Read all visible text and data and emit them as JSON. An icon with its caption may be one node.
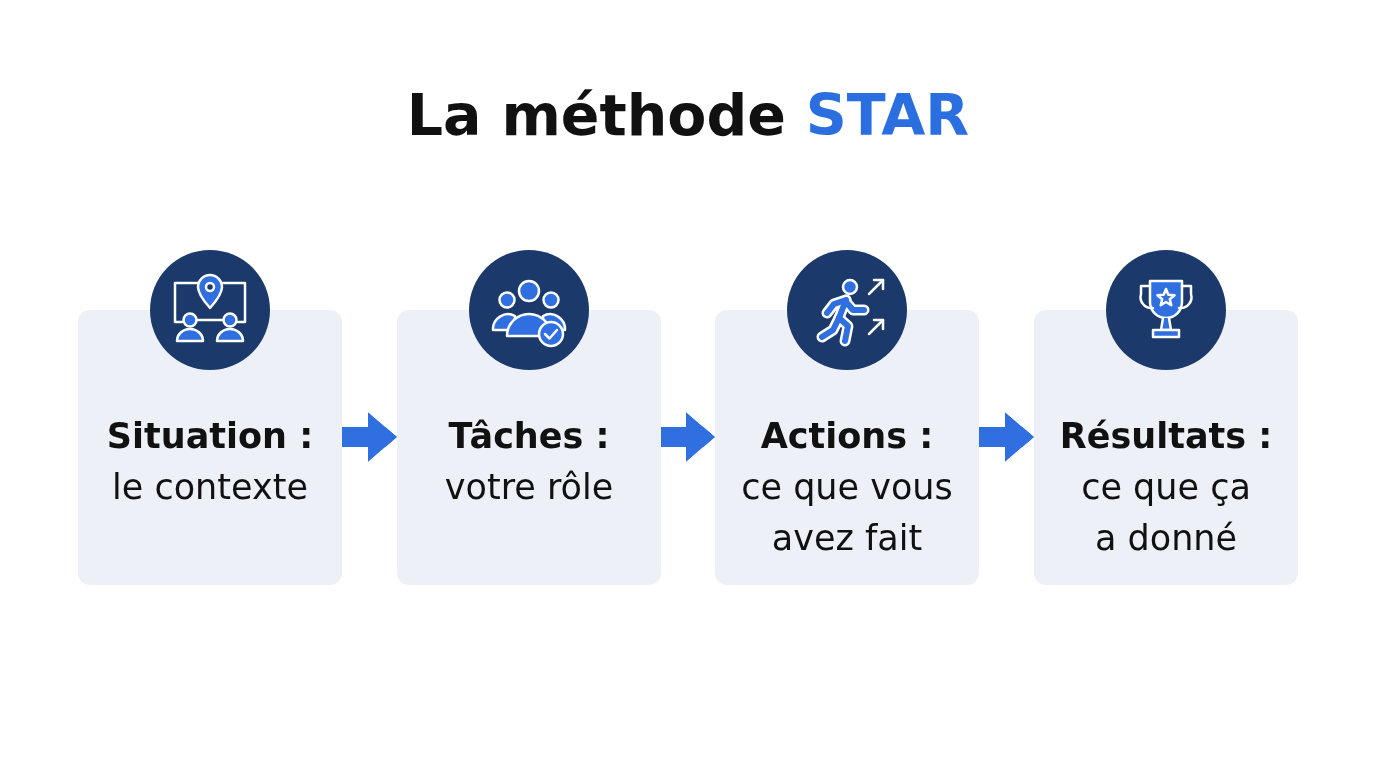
{
  "diagram": {
    "title": "La méthode **STAR**",
    "nodes": [
      {
        "text": [
          "Situation :",
          "le contexte"
        ]
      },
      {
        "text": [
          "Tâches :",
          "votre rôle"
        ]
      },
      {
        "text": [
          "Actions :",
          "ce que vous avez fait"
        ]
      },
      {
        "text": [
          "Résultats :",
          "ce que ça a donné"
        ]
      }
    ],
    "edges": [
      {
        "from": 0,
        "to": 1,
        "arrow": "to"
      },
      {
        "from": 1,
        "to": 2,
        "arrow": "to"
      },
      {
        "from": 2,
        "to": 3,
        "arrow": "to"
      }
    ]
  }
}
